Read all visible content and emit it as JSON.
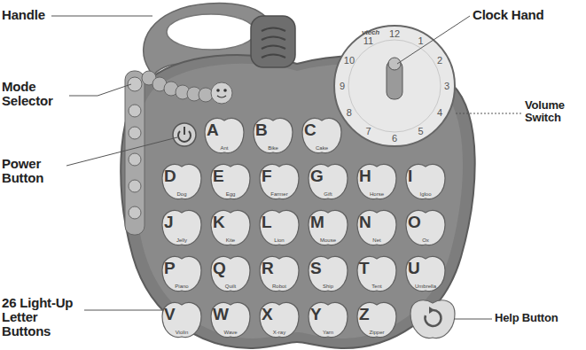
{
  "diagram": {
    "nodes": [
      {
        "text": [
          "A",
          "Ant"
        ]
      },
      {
        "text": [
          "B",
          "Bike"
        ]
      },
      {
        "text": [
          "C",
          "Cake"
        ]
      },
      {
        "text": [
          "D",
          "Dog"
        ]
      },
      {
        "text": [
          "E",
          "Egg"
        ]
      },
      {
        "text": [
          "F",
          "Farmer"
        ]
      },
      {
        "text": [
          "G",
          "Gift"
        ]
      },
      {
        "text": [
          "H",
          "Horse"
        ]
      },
      {
        "text": [
          "I",
          "Igloo"
        ]
      },
      {
        "text": [
          "J",
          "Jelly"
        ]
      },
      {
        "text": [
          "K",
          "Kite"
        ]
      },
      {
        "text": [
          "L",
          "Lion"
        ]
      },
      {
        "text": [
          "M",
          "Mouse"
        ]
      },
      {
        "text": [
          "N",
          "Net"
        ]
      },
      {
        "text": [
          "O",
          "Ox"
        ]
      },
      {
        "text": [
          "P",
          "Piano"
        ]
      },
      {
        "text": [
          "Q",
          "Quilt"
        ]
      },
      {
        "text": [
          "R",
          "Robot"
        ]
      },
      {
        "text": [
          "S",
          "Ship"
        ]
      },
      {
        "text": [
          "T",
          "Tent"
        ]
      },
      {
        "text": [
          "U",
          "Umbrella"
        ]
      },
      {
        "text": [
          "V",
          "Violin"
        ]
      },
      {
        "text": [
          "W",
          "Wave"
        ]
      },
      {
        "text": [
          "X",
          "X-ray"
        ]
      },
      {
        "text": [
          "Y",
          "Yarn"
        ]
      },
      {
        "text": [
          "Z",
          "Zipper"
        ]
      }
    ],
    "labels": [
      "Handle",
      "Clock Hand",
      "Mode Selector",
      "Volume Switch",
      "Power Button",
      "26 Light-Up Letter Buttons",
      "Help Button",
      "vtech",
      "12",
      "1",
      "2",
      "3",
      "4",
      "5",
      "6",
      "7",
      "8",
      "9",
      "10",
      "11"
    ]
  }
}
